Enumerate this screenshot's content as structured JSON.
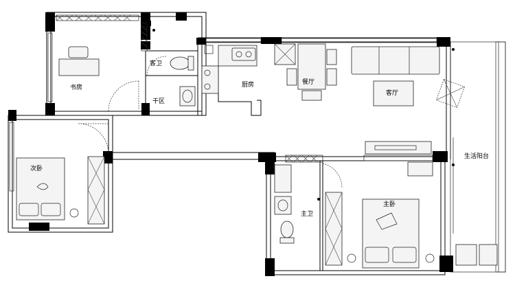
{
  "rooms": {
    "study": "书房",
    "guest_bath": "客卫",
    "dry_area": "干区",
    "kitchen": "厨房",
    "dining": "餐厅",
    "living": "客厅",
    "balcony": "生活阳台",
    "second_bedroom": "次卧",
    "master_bath": "主卫",
    "master_bedroom": "主卧"
  },
  "legend": {
    "colors": {
      "wall": "#000000",
      "line": "#222222",
      "furniture_fill": "#f4f4f4"
    }
  }
}
